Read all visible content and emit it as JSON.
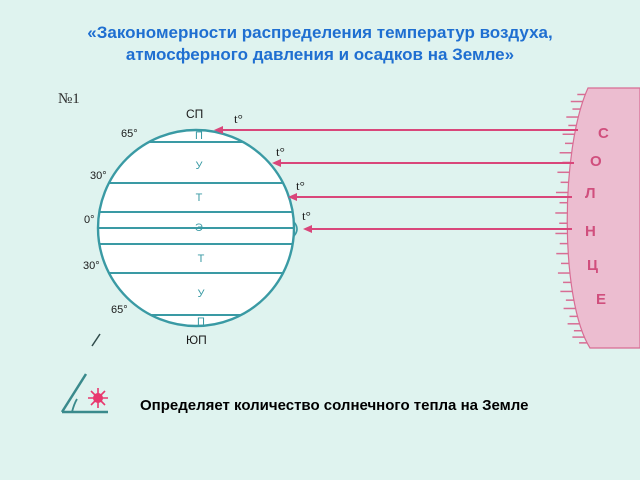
{
  "title": {
    "line1": "«Закономерности распределения температур воздуха,",
    "line2": "атмосферного давления и осадков на Земле»"
  },
  "diagram": {
    "number_label": "№1",
    "north_pole_label": "СП",
    "south_pole_label": "ЮП",
    "latitudes": {
      "n65": "65°",
      "n30": "30°",
      "eq": "0°",
      "s30": "30°",
      "s65": "65°"
    },
    "belts": {
      "north_polar": "П",
      "north_temperate": "У",
      "north_tropical": "Т",
      "equatorial": "Э",
      "south_tropical": "Т",
      "south_temperate": "У",
      "south_polar": "П"
    },
    "ray_labels": [
      "t°",
      "t°",
      "t°",
      "t°"
    ],
    "sun_letters": [
      "С",
      "О",
      "Л",
      "Н",
      "Ц",
      "Е"
    ]
  },
  "caption": "Определяет количество солнечного тепла на Земле",
  "colors": {
    "background": "#dff3ef",
    "title": "#1f6fd1",
    "globe": "#3a9aa4",
    "rays": "#d9467a",
    "sun": "#e28aa4",
    "sun_letters": "#d04f7d"
  },
  "icons": {
    "angle": "angle-icon",
    "sun": "sun-icon"
  }
}
